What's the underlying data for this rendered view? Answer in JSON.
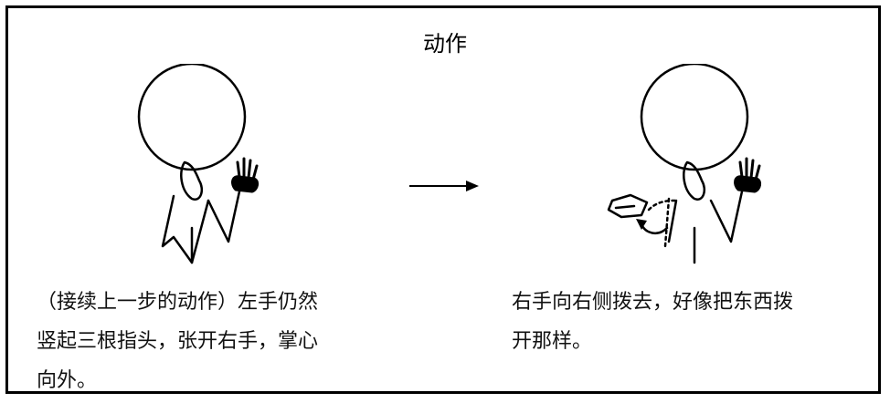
{
  "title": "动作",
  "panels": [
    {
      "caption_lines": [
        "（接续上一步的动作）左手仍然",
        "竖起三根指头，张开右手，掌心",
        "向外。"
      ]
    },
    {
      "caption_lines": [
        "右手向右侧拨去，好像把东西拨",
        "开那样。"
      ]
    }
  ],
  "arrow_icon": "right-arrow-icon"
}
